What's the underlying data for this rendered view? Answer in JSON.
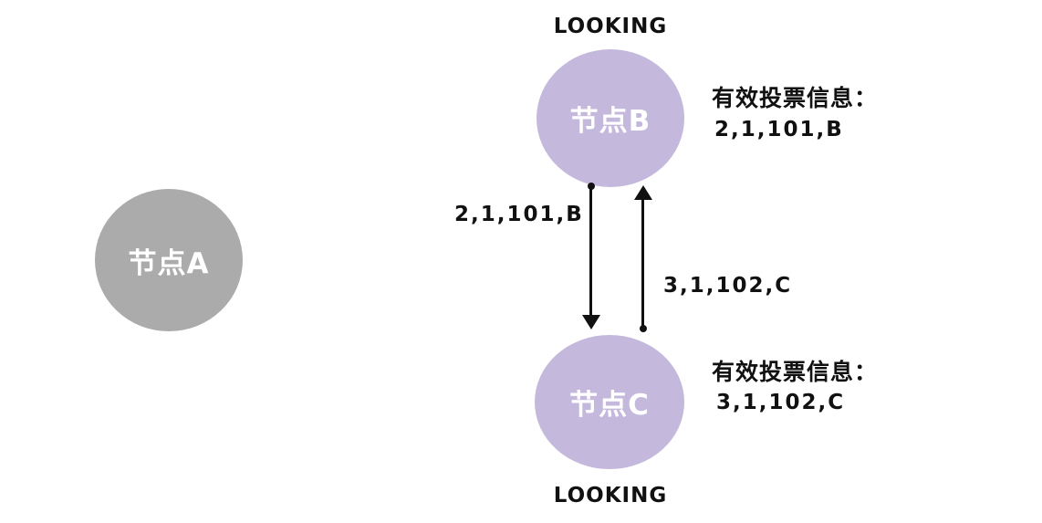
{
  "diagram": {
    "background": "#FFFFFF",
    "colors": {
      "node_inactive_fill": "#ABABAB",
      "node_active_fill": "#C4B8DC",
      "node_label_text": "#FFFFFF",
      "diagram_text": "#111111"
    },
    "nodes": [
      {
        "id": "A",
        "label": "节点A",
        "state": "",
        "fill": "#ABABAB"
      },
      {
        "id": "B",
        "label": "节点B",
        "state": "LOOKING",
        "fill": "#C4B8DC",
        "vote_title": "有效投票信息：",
        "vote_value": "2,1,101,B"
      },
      {
        "id": "C",
        "label": "节点C",
        "state": "LOOKING",
        "fill": "#C4B8DC",
        "vote_title": "有效投票信息：",
        "vote_value": "3,1,102,C"
      }
    ],
    "edges": [
      {
        "from": "B",
        "to": "C",
        "direction": "down",
        "label": "2,1,101,B"
      },
      {
        "from": "C",
        "to": "B",
        "direction": "up",
        "label": "3,1,102,C"
      }
    ]
  }
}
